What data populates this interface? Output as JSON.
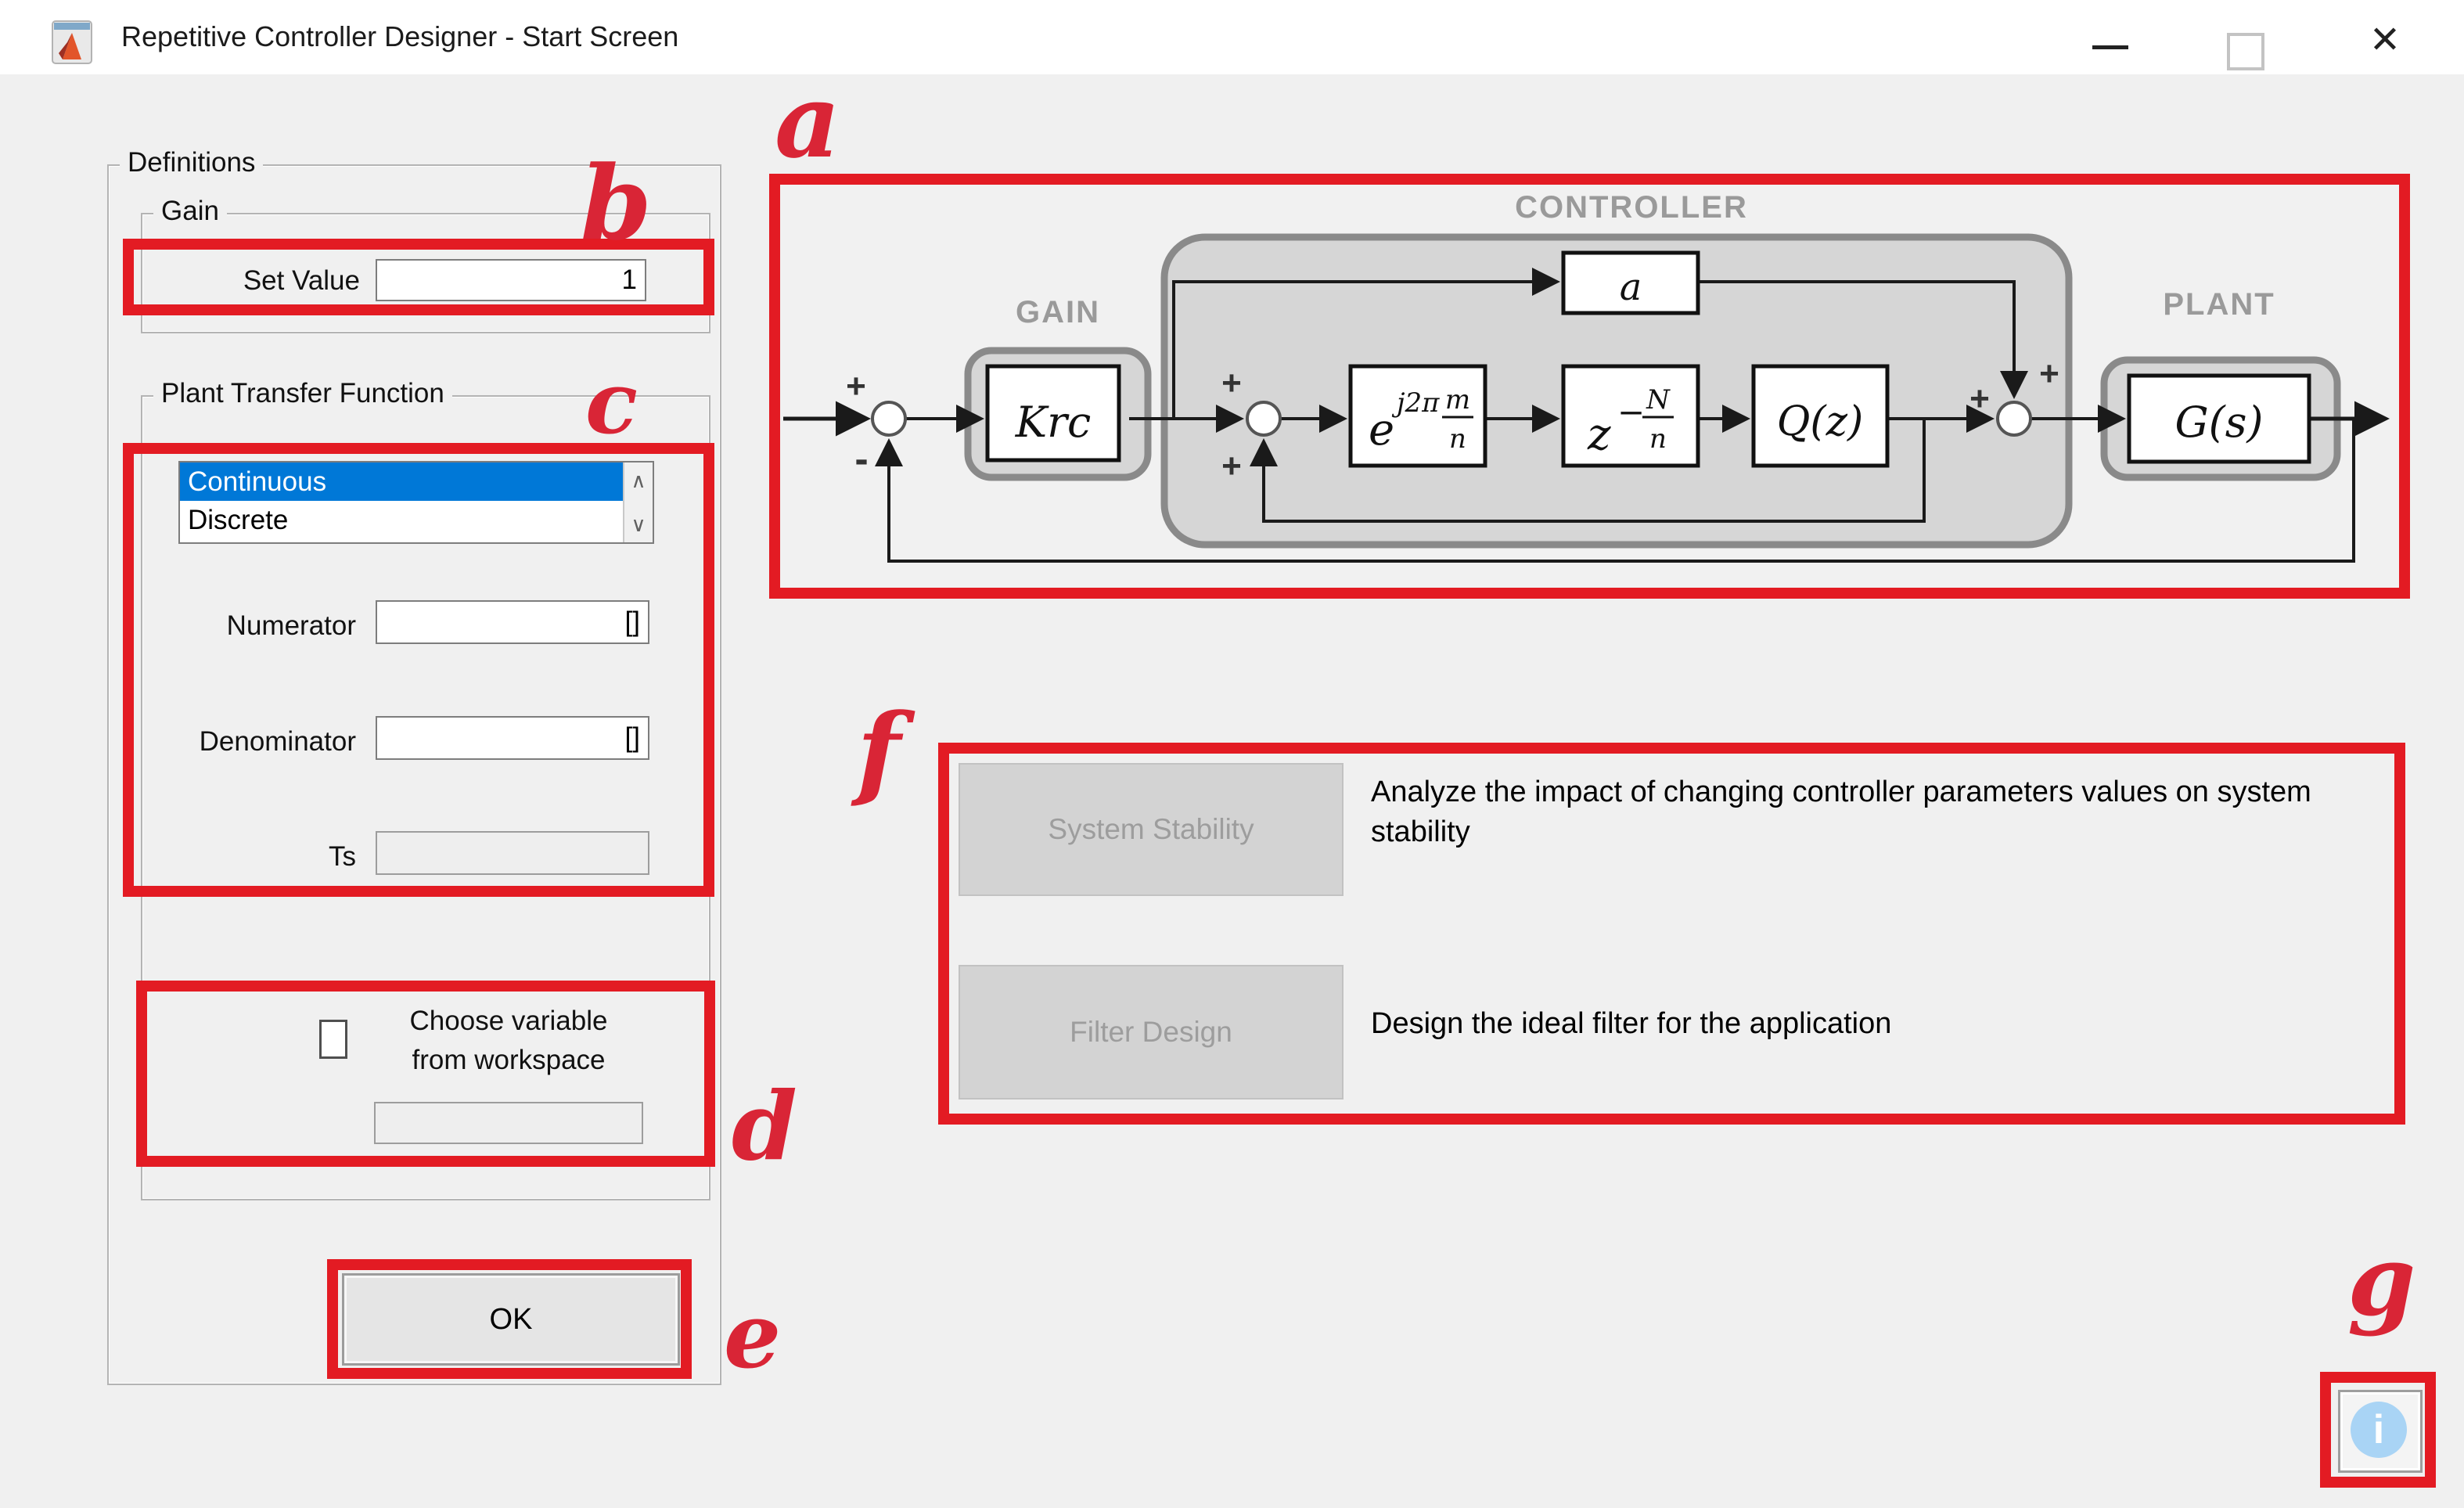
{
  "window": {
    "title": "Repetitive Controller Designer - Start Screen",
    "close_glyph": "✕"
  },
  "definitions": {
    "title": "Definitions",
    "gain": {
      "title": "Gain",
      "set_value_label": "Set Value",
      "set_value": "1"
    },
    "plant_tf": {
      "title": "Plant Transfer Function",
      "listbox": {
        "options": [
          "Continuous",
          "Discrete"
        ],
        "selected": "Continuous"
      },
      "scroll_up_glyph": "∧",
      "scroll_down_glyph": "∨",
      "numerator_label": "Numerator",
      "numerator_value": "[]",
      "denominator_label": "Denominator",
      "denominator_value": "[]",
      "ts_label": "Ts",
      "ts_value": ""
    },
    "workspace": {
      "checkbox_label_line1": "Choose variable",
      "checkbox_label_line2": "from workspace",
      "field_value": ""
    },
    "ok_label": "OK"
  },
  "diagram": {
    "controller_label": "CONTROLLER",
    "gain_label": "GAIN",
    "plant_label": "PLANT",
    "blocks": {
      "krc": "Krc",
      "exp_base": "e",
      "exp_sup": "j2π",
      "exp_num": "m",
      "exp_den": "n",
      "delay_base": "z",
      "delay_sign": "−",
      "delay_num": "N",
      "delay_den": "n",
      "q": "Q(z)",
      "a": "a",
      "plant": "G(s)"
    },
    "plus": "+",
    "minus": "-"
  },
  "actions": {
    "system_stability": {
      "button": "System Stability",
      "description": "Analyze the impact of changing controller parameters values on system stability"
    },
    "filter_design": {
      "button": "Filter Design",
      "description": "Design the ideal filter for the application"
    }
  },
  "info_button": {
    "glyph": "i"
  },
  "annotations": {
    "a": "a",
    "b": "b",
    "c": "c",
    "d": "d",
    "e": "e",
    "f": "f",
    "g": "g",
    "box_color": "#e31b23",
    "letter_color": "#d92536"
  }
}
